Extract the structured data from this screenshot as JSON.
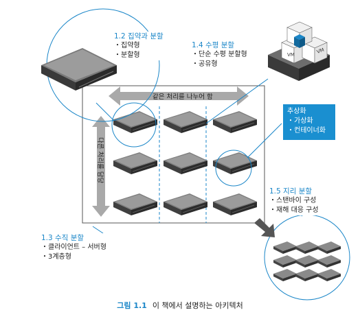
{
  "figure": {
    "number": "그림 1.1",
    "caption": "이 책에서 설명하는 아키텍처"
  },
  "sections": {
    "s12": {
      "title": "1.2 집약과 분할",
      "items": [
        "・집약형",
        "・분할형"
      ]
    },
    "s14": {
      "title": "1.4 수평 분할",
      "items": [
        "・단순 수평 분할형",
        "・공유형"
      ]
    },
    "s13": {
      "title": "1.3 수직 분할",
      "items": [
        "・클라이언트 – 서버형",
        "・3계층형"
      ]
    },
    "s15": {
      "title": "1.5 지리 분할",
      "items": [
        "・스탠바이 구성",
        "・재해 대응 구성"
      ]
    }
  },
  "abstraction": {
    "title": "추상화",
    "items": [
      "・가상화",
      "・컨테이너화"
    ]
  },
  "arrows": {
    "horizontal": "같은 처리를 나누어 함",
    "vertical": "다른 처리를 담당"
  },
  "vm_labels": [
    "VM",
    "VM"
  ],
  "colors": {
    "accent": "#1a86c8",
    "arrow": "#a9a9a9",
    "server_dark": "#3a3a3a",
    "server_light": "#9a9a9a"
  }
}
